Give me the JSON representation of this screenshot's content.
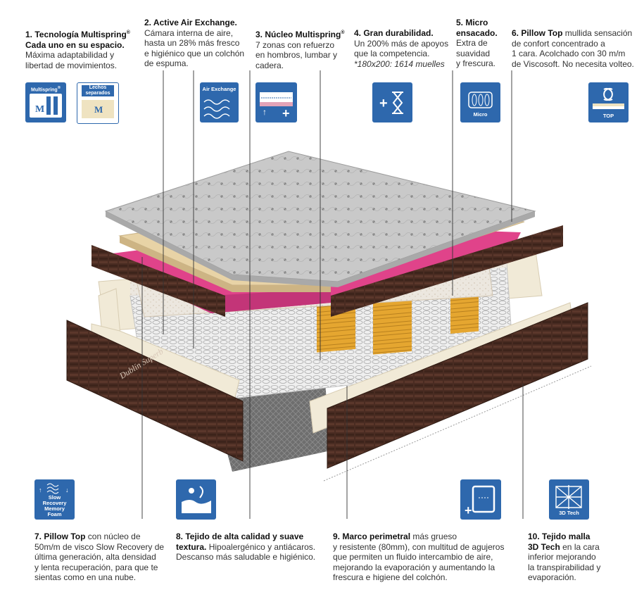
{
  "callouts": {
    "c1": {
      "title": "1. Tecnología Multispring",
      "sup": "®",
      "sub": "Cada uno en su espacio.",
      "body": [
        "Máxima adaptabilidad y",
        "libertad de movimientos."
      ]
    },
    "c2": {
      "title": "2. Active Air Exchange.",
      "body": [
        "Cámara interna de aire,",
        "hasta un 28% más fresco",
        "e higiénico que un colchón",
        "de espuma."
      ]
    },
    "c3": {
      "title": "3. Núcleo Multispring",
      "sup": "®",
      "body": [
        "7 zonas con refuerzo",
        "en hombros, lumbar y",
        "cadera."
      ]
    },
    "c4": {
      "title": "4. Gran durabilidad.",
      "body": [
        "Un 200% más de apoyos",
        "que la competencia."
      ],
      "note": "*180x200: 1614 muelles"
    },
    "c5": {
      "title": [
        "5. Micro",
        "ensacado."
      ],
      "body": [
        "Extra de",
        "suavidad",
        "y frescura."
      ]
    },
    "c6": {
      "title": "6. Pillow Top",
      "body_inline": " mullida sensación",
      "body": [
        "de confort concentrado a",
        "1 cara. Acolchado con 30 m/m",
        "de Viscosoft. No necesita volteo."
      ]
    },
    "c7": {
      "title": "7. Pillow Top",
      "body_inline": " con núcleo de",
      "body": [
        "50m/m de visco Slow Recovery de",
        "última generación, alta densidad",
        "y lenta recuperación, para que te",
        "sientas como en  una  nube."
      ]
    },
    "c8": {
      "title": "8. Tejido de alta calidad y  suave",
      "title2": "textura.",
      "body_inline": " Hipoalergénico y antiácaros.",
      "body": [
        "Descanso más saludable e higiénico."
      ]
    },
    "c9": {
      "title": "9. Marco perimetral",
      "body_inline": " más grueso",
      "body": [
        "y resistente (80mm), con multitud de agujeros",
        "que permiten un fluido intercambio de aire,",
        "mejorando la evaporación y aumentando la",
        "frescura e higiene del colchón."
      ]
    },
    "c10": {
      "title": [
        "10. Tejido malla",
        "3D Tech"
      ],
      "body_inline": " en la cara",
      "body": [
        "inferior mejorando",
        "la transpirabilidad y",
        "evaporación."
      ]
    }
  },
  "icons": {
    "multispring": {
      "label": "Multispring",
      "sup": "®",
      "glyph": "M"
    },
    "lechos": {
      "label": [
        "Lechos",
        "separados"
      ],
      "glyph": "M"
    },
    "air": {
      "label": "Air Exchange"
    },
    "micro": {
      "label": "Micro"
    },
    "top": {
      "label": "TOP"
    },
    "slow": {
      "label": [
        "Slow",
        "Recovery",
        "Memory",
        "Foam"
      ]
    },
    "tech": {
      "label": "3D Tech"
    }
  },
  "mattress": {
    "brand": "Dublín Superb"
  },
  "colors": {
    "icon_blue": "#2e68ad",
    "brown": "#4a2c22",
    "pink": "#e0438a",
    "beige": "#e8d3a6",
    "cream": "#f1ead7",
    "spring": "#e5a630"
  }
}
